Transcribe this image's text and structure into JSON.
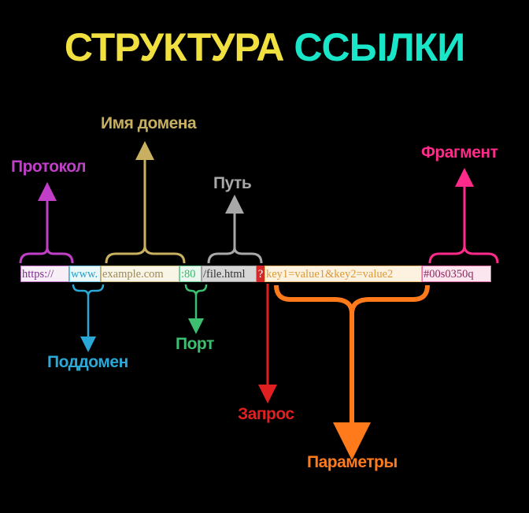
{
  "title": {
    "part1": "СТРУКТУРА",
    "part2": "ССЫЛКИ"
  },
  "url_segments": {
    "protocol": "https://",
    "subdomain": "www.",
    "domain": "example.com",
    "port": ":80",
    "path": "/file.html",
    "query_mark": "?",
    "params": "key1=value1&key2=value2",
    "fragment": "#00s0350q"
  },
  "labels": {
    "protocol": "Протокол",
    "subdomain": "Поддомен",
    "domain": "Имя домена",
    "port": "Порт",
    "path": "Путь",
    "query": "Запрос",
    "params": "Параметры",
    "fragment": "Фрагмент"
  },
  "colors": {
    "background": "#000000",
    "title_1": "#f0e040",
    "title_2": "#19e6c8",
    "protocol": "#c13fc8",
    "subdomain": "#2aa8d8",
    "domain": "#c8b060",
    "port": "#3cc070",
    "path": "#a8a8a8",
    "query": "#e02020",
    "params": "#ff7a1a",
    "fragment": "#ff2a8a"
  }
}
